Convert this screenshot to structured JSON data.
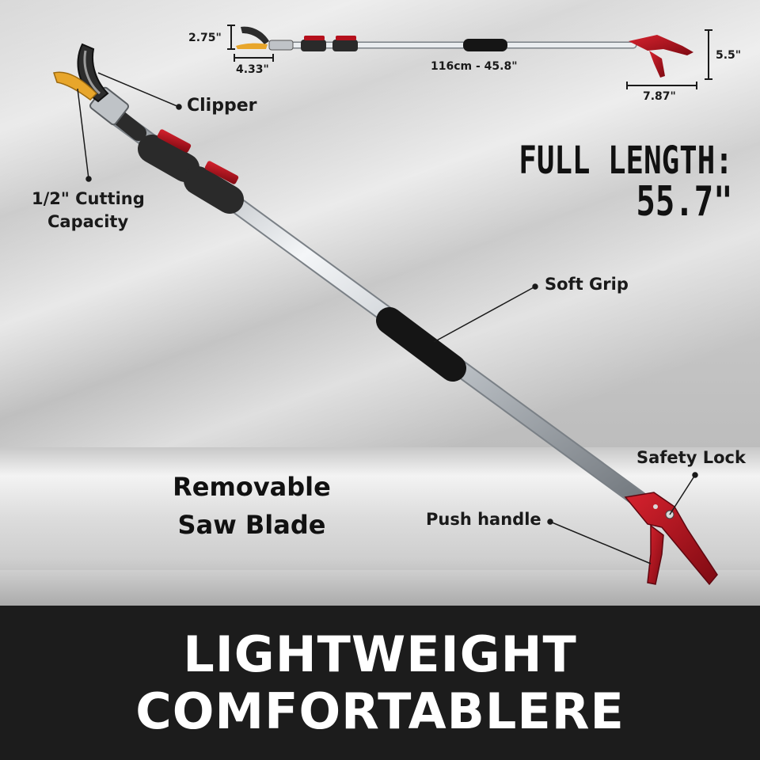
{
  "callouts": {
    "clipper": "Clipper",
    "cutting_capacity_line1": "1/2\" Cutting",
    "cutting_capacity_line2": "Capacity",
    "soft_grip": "Soft Grip",
    "safety_lock": "Safety Lock",
    "push_handle": "Push handle"
  },
  "dimensions": {
    "head_height": "2.75\"",
    "head_width": "4.33\"",
    "collapsed_length": "116cm - 45.8\"",
    "handle_height": "5.5\"",
    "handle_width": "7.87\""
  },
  "full_length": {
    "label": "FULL LENGTH:",
    "value": "55.7\""
  },
  "feature": {
    "line1": "Removable",
    "line2": "Saw Blade"
  },
  "banner": {
    "line1": "LIGHTWEIGHT",
    "line2": "COMFORTABLERE"
  },
  "colors": {
    "handle_red": "#b5101c",
    "blade_yellow": "#e8a62b",
    "banner_bg": "#1c1c1c",
    "pole_silver": "#c9cdd2"
  }
}
